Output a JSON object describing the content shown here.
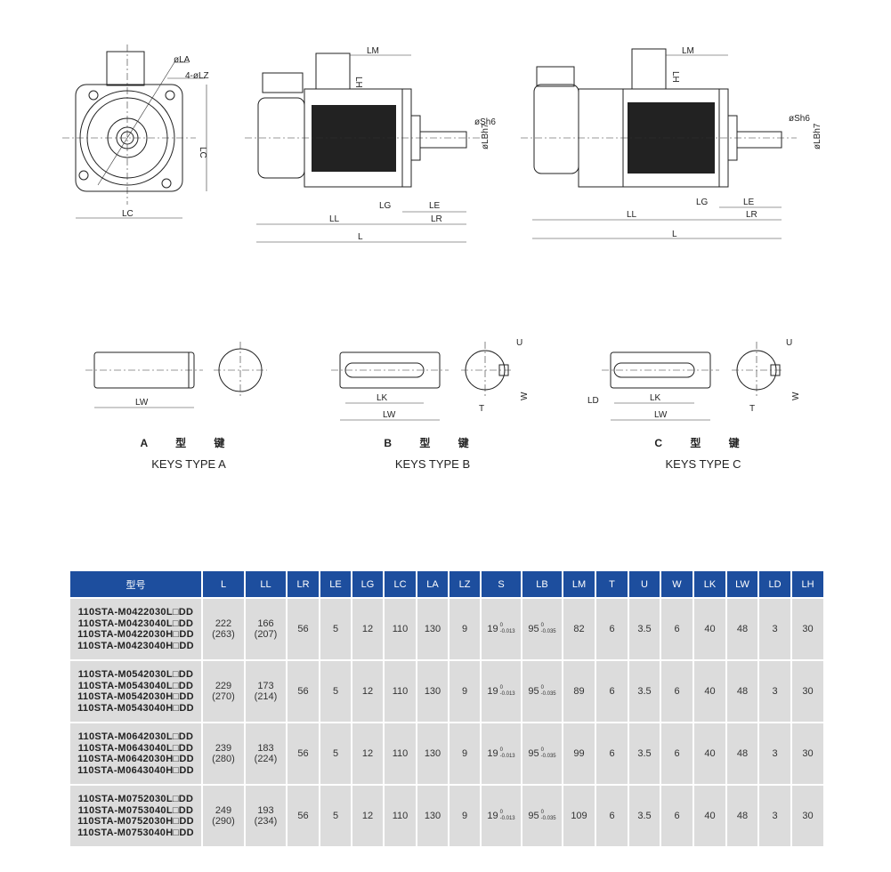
{
  "drawings": {
    "front": {
      "la": "øLA",
      "lz": "4-øLZ",
      "lc_v": "LC",
      "lc_h": "LC"
    },
    "side1": {
      "lm": "LM",
      "lh": "LH",
      "sh": "øSh6",
      "lb": "øLBh7",
      "lg": "LG",
      "le": "LE",
      "lr": "LR",
      "ll": "LL",
      "l": "L"
    },
    "side2": {
      "lm": "LM",
      "lh": "LH",
      "sh": "øSh6",
      "lb": "øLBh7",
      "lg": "LG",
      "le": "LE",
      "lr": "LR",
      "ll": "LL",
      "l": "L"
    },
    "keyA": {
      "lw": "LW",
      "cn": "A 型 键",
      "en": "KEYS TYPE A"
    },
    "keyB": {
      "lk": "LK",
      "lw": "LW",
      "u": "U",
      "w": "W",
      "t": "T",
      "cn": "B 型 键",
      "en": "KEYS TYPE B"
    },
    "keyC": {
      "ld": "LD",
      "lk": "LK",
      "lw": "LW",
      "u": "U",
      "w": "W",
      "t": "T",
      "cn": "C 型 键",
      "en": "KEYS TYPE C"
    }
  },
  "table": {
    "headers": [
      "型号",
      "L",
      "LL",
      "LR",
      "LE",
      "LG",
      "LC",
      "LA",
      "LZ",
      "S",
      "LB",
      "LM",
      "T",
      "U",
      "W",
      "LK",
      "LW",
      "LD",
      "LH"
    ],
    "rows": [
      {
        "models": [
          "110STA-M0422030L□DD",
          "110STA-M0423040L□DD",
          "110STA-M0422030H□DD",
          "110STA-M0423040H□DD"
        ],
        "L": [
          "222",
          "(263)"
        ],
        "LL": [
          "166",
          "(207)"
        ],
        "LR": "56",
        "LE": "5",
        "LG": "12",
        "LC": "110",
        "LA": "130",
        "LZ": "9",
        "S": {
          "v": "19",
          "up": "0",
          "lo": "-0.013"
        },
        "LB": {
          "v": "95",
          "up": "0",
          "lo": "-0.035"
        },
        "LM": "82",
        "T": "6",
        "U": "3.5",
        "W": "6",
        "LK": "40",
        "LW": "48",
        "LD": "3",
        "LH": "30"
      },
      {
        "models": [
          "110STA-M0542030L□DD",
          "110STA-M0543040L□DD",
          "110STA-M0542030H□DD",
          "110STA-M0543040H□DD"
        ],
        "L": [
          "229",
          "(270)"
        ],
        "LL": [
          "173",
          "(214)"
        ],
        "LR": "56",
        "LE": "5",
        "LG": "12",
        "LC": "110",
        "LA": "130",
        "LZ": "9",
        "S": {
          "v": "19",
          "up": "0",
          "lo": "-0.013"
        },
        "LB": {
          "v": "95",
          "up": "0",
          "lo": "-0.035"
        },
        "LM": "89",
        "T": "6",
        "U": "3.5",
        "W": "6",
        "LK": "40",
        "LW": "48",
        "LD": "3",
        "LH": "30"
      },
      {
        "models": [
          "110STA-M0642030L□DD",
          "110STA-M0643040L□DD",
          "110STA-M0642030H□DD",
          "110STA-M0643040H□DD"
        ],
        "L": [
          "239",
          "(280)"
        ],
        "LL": [
          "183",
          "(224)"
        ],
        "LR": "56",
        "LE": "5",
        "LG": "12",
        "LC": "110",
        "LA": "130",
        "LZ": "9",
        "S": {
          "v": "19",
          "up": "0",
          "lo": "-0.013"
        },
        "LB": {
          "v": "95",
          "up": "0",
          "lo": "-0.035"
        },
        "LM": "99",
        "T": "6",
        "U": "3.5",
        "W": "6",
        "LK": "40",
        "LW": "48",
        "LD": "3",
        "LH": "30"
      },
      {
        "models": [
          "110STA-M0752030L□DD",
          "110STA-M0753040L□DD",
          "110STA-M0752030H□DD",
          "110STA-M0753040H□DD"
        ],
        "L": [
          "249",
          "(290)"
        ],
        "LL": [
          "193",
          "(234)"
        ],
        "LR": "56",
        "LE": "5",
        "LG": "12",
        "LC": "110",
        "LA": "130",
        "LZ": "9",
        "S": {
          "v": "19",
          "up": "0",
          "lo": "-0.013"
        },
        "LB": {
          "v": "95",
          "up": "0",
          "lo": "-0.035"
        },
        "LM": "109",
        "T": "6",
        "U": "3.5",
        "W": "6",
        "LK": "40",
        "LW": "48",
        "LD": "3",
        "LH": "30"
      }
    ]
  }
}
